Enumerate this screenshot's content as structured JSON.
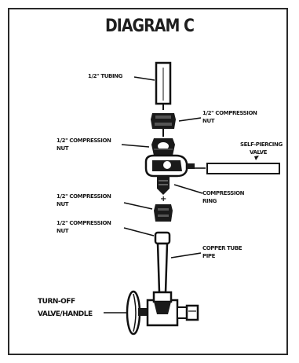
{
  "diagram": {
    "title": "DIAGRAM C",
    "labels": {
      "supply_tube": "1/2\" TUBING",
      "compression_nut_top_1": "1/2\" COMPRESSION",
      "compression_nut_top_2": "NUT",
      "compression_nut_left_1": "1/2\" COMPRESSION",
      "compression_nut_left_2": "NUT",
      "saddle_valve_1": "SELF-PIERCING",
      "saddle_valve_2": "VALVE",
      "ferrule_1": "COMPRESSION",
      "ferrule_2": "RING",
      "compression_nut_low_1": "1/2\" COMPRESSION",
      "compression_nut_low_2": "NUT",
      "coupling_1": "1/2\" COMPRESSION",
      "coupling_2": "NUT",
      "copper_tube_1": "COPPER TUBE",
      "copper_tube_2": "PIPE",
      "shutoff_1": "TURN-OFF",
      "shutoff_2": "VALVE/HANDLE"
    }
  }
}
